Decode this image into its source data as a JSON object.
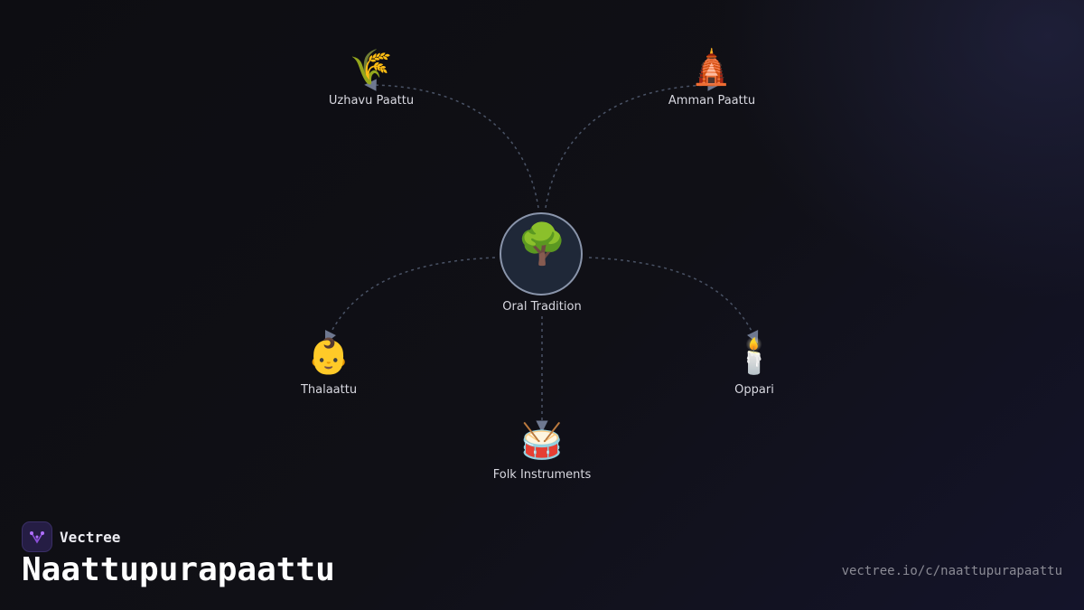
{
  "diagram": {
    "center": {
      "label": "Oral Tradition",
      "icon": "🌳",
      "icon_name": "tree-icon"
    },
    "nodes": [
      {
        "id": "uzhavu-paattu",
        "label": "Uzhavu Paattu",
        "icon": "🌾",
        "icon_name": "rice-sheaf-icon"
      },
      {
        "id": "amman-paattu",
        "label": "Amman Paattu",
        "icon": "🛕",
        "icon_name": "temple-icon"
      },
      {
        "id": "thalaattu",
        "label": "Thalaattu",
        "icon": "👶",
        "icon_name": "baby-icon"
      },
      {
        "id": "oppari",
        "label": "Oppari",
        "icon": "🕯️",
        "icon_name": "candle-icon"
      },
      {
        "id": "folk-instruments",
        "label": "Folk Instruments",
        "icon": "🥁",
        "icon_name": "drum-icon"
      }
    ]
  },
  "footer": {
    "brand_name": "Vectree",
    "title": "Naattupurapaattu",
    "url": "vectree.io/c/naattupurapaattu"
  },
  "colors": {
    "background": "#0e0e13",
    "edge": "#4a5366",
    "center_fill": "#1f2838",
    "center_border": "#8a95ab",
    "logo_accent": "#8b4fd8"
  }
}
